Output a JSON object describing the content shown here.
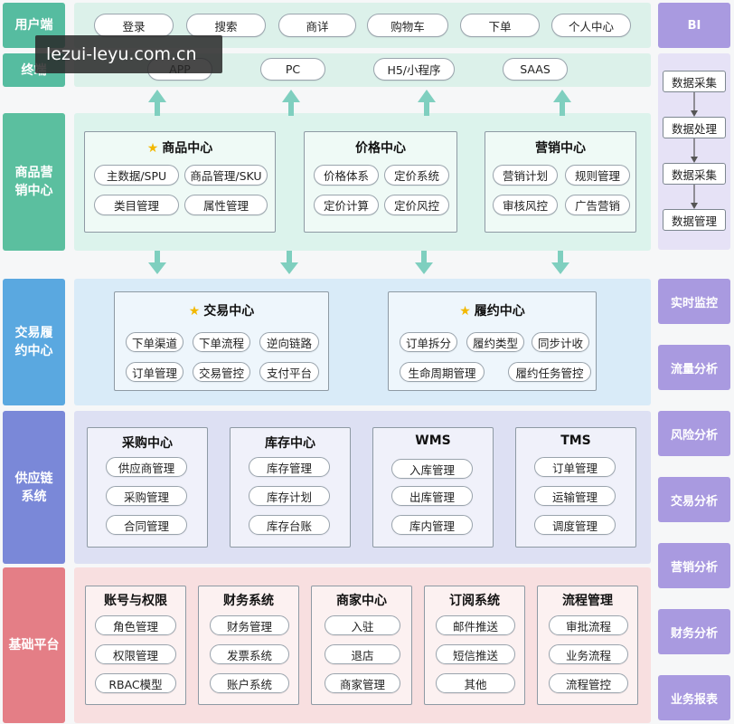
{
  "rows": {
    "user": {
      "label": "用户端",
      "items": [
        "登录",
        "搜索",
        "商详",
        "购物车",
        "下单",
        "个人中心"
      ]
    },
    "terminal": {
      "label": "终端",
      "items": [
        "APP",
        "PC",
        "H5/小程序",
        "SAAS"
      ]
    },
    "goods": {
      "label": "商品营销中心",
      "cards": [
        {
          "title": "商品中心",
          "items": [
            "主数据/SPU",
            "商品管理/SKU",
            "类目管理",
            "属性管理"
          ]
        },
        {
          "title": "价格中心",
          "items": [
            "价格体系",
            "定价系统",
            "定价计算",
            "定价风控"
          ]
        },
        {
          "title": "营销中心",
          "items": [
            "营销计划",
            "规则管理",
            "审核风控",
            "广告营销"
          ]
        }
      ]
    },
    "trade": {
      "label": "交易履约中心",
      "cards": [
        {
          "title": "交易中心",
          "items": [
            "下单渠道",
            "下单流程",
            "逆向链路",
            "订单管理",
            "交易管控",
            "支付平台"
          ]
        },
        {
          "title": "履约中心",
          "items": [
            "订单拆分",
            "履约类型",
            "同步计收",
            "生命周期管理",
            "履约任务管控"
          ]
        }
      ]
    },
    "supply": {
      "label": "供应链系统",
      "cards": [
        {
          "title": "采购中心",
          "items": [
            "供应商管理",
            "采购管理",
            "合同管理"
          ]
        },
        {
          "title": "库存中心",
          "items": [
            "库存管理",
            "库存计划",
            "库存台账"
          ]
        },
        {
          "title": "WMS",
          "items": [
            "入库管理",
            "出库管理",
            "库内管理"
          ]
        },
        {
          "title": "TMS",
          "items": [
            "订单管理",
            "运输管理",
            "调度管理"
          ]
        }
      ]
    },
    "base": {
      "label": "基础平台",
      "cards": [
        {
          "title": "账号与权限",
          "items": [
            "角色管理",
            "权限管理",
            "RBAC模型"
          ]
        },
        {
          "title": "财务系统",
          "items": [
            "财务管理",
            "发票系统",
            "账户系统"
          ]
        },
        {
          "title": "商家中心",
          "items": [
            "入驻",
            "退店",
            "商家管理"
          ]
        },
        {
          "title": "订阅系统",
          "items": [
            "邮件推送",
            "短信推送",
            "其他"
          ]
        },
        {
          "title": "流程管理",
          "items": [
            "审批流程",
            "业务流程",
            "流程管控"
          ]
        }
      ]
    }
  },
  "right": {
    "bi": "BI",
    "flow": [
      "数据采集",
      "数据处理",
      "数据采集",
      "数据管理"
    ],
    "panels": [
      "实时监控",
      "流量分析",
      "风险分析",
      "交易分析",
      "营销分析",
      "财务分析",
      "业务报表"
    ]
  },
  "watermark": "lezui-leyu.com.cn",
  "colors": {
    "user": "#56bca0",
    "goods": "#5bbf9f",
    "trade": "#5aa8e0",
    "supply": "#7a88d8",
    "base": "#e47e86",
    "right": "#a99ae0"
  }
}
